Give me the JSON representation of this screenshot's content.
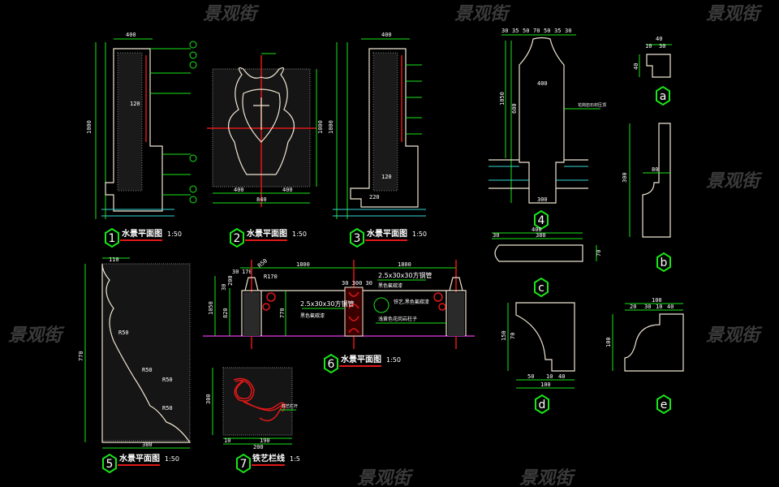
{
  "watermark": "景观街",
  "detail_titles": {
    "d1": {
      "num": "1",
      "title": "水景平面图",
      "scale": "1:50"
    },
    "d2": {
      "num": "2",
      "title": "水景平面图",
      "scale": "1:50"
    },
    "d3": {
      "num": "3",
      "title": "水景平面图",
      "scale": "1:50"
    },
    "d4": {
      "num": "4"
    },
    "d5": {
      "num": "5",
      "title": "水景平面图",
      "scale": "1:50"
    },
    "d6": {
      "num": "6",
      "title": "水景平面图",
      "scale": "1:50"
    },
    "d7": {
      "num": "7",
      "title": "铁艺栏线",
      "scale": "1:5"
    },
    "a": {
      "num": "a"
    },
    "b": {
      "num": "b"
    },
    "c": {
      "num": "c"
    },
    "d": {
      "num": "d"
    },
    "e": {
      "num": "e"
    }
  },
  "dims": {
    "d1": {
      "top": "400",
      "h": "1000",
      "w": "120"
    },
    "d2": {
      "w1": "400",
      "w2": "400",
      "total": "840",
      "h": "1000"
    },
    "d3": {
      "top": "400",
      "h": "1000",
      "w": "120",
      "w2": "220"
    },
    "d4": {
      "top": [
        "30",
        "35",
        "50",
        "70",
        "50",
        "35",
        "30"
      ],
      "h": "1050",
      "h2": "600",
      "w": "400",
      "base": "300"
    },
    "d5": {
      "top": "110",
      "h": "770",
      "bottom": "380",
      "r": [
        "R50",
        "R50",
        "R50",
        "R50"
      ]
    },
    "d6": {
      "span1": "1800",
      "span2": "1800",
      "a": "30",
      "b": "170",
      "r1": "R50",
      "r2": "R170",
      "mid": "30 300 30",
      "h1": "1050",
      "h2": "820",
      "h3": "770",
      "h4": "30",
      "h5": "200"
    },
    "d7": {
      "w1": "10",
      "w2": "190",
      "total": "200",
      "h": "300"
    },
    "a": {
      "w": "40",
      "w1": "10",
      "w2": "30",
      "h": "40"
    },
    "b": {
      "w": "80",
      "h": "300"
    },
    "c": {
      "w": "400",
      "w1": "30",
      "w2": "380",
      "h": "70"
    },
    "d": {
      "w": "100",
      "w1": "50",
      "w2": "10",
      "w3": "40",
      "h": "150",
      "h1": "70"
    },
    "e": {
      "w": "100",
      "w1": "20",
      "w2": "30",
      "w3": "10",
      "w4": "40",
      "h": "100"
    }
  },
  "notes": {
    "d6_pipe1": "2.5x30x30方钢管",
    "d6_pipe1_sub": "黑色氟碳漆",
    "d6_pipe2": "2.5x30x30方钢管",
    "d6_pipe2_sub": "黑色氟碳漆",
    "d6_iron": "铁艺,黑色氟碳漆",
    "d6_pillar": "浅黄色花岗岩柱子",
    "d4_note": "花岗岩石材压顶",
    "d7_note": "铁艺栏杆"
  }
}
